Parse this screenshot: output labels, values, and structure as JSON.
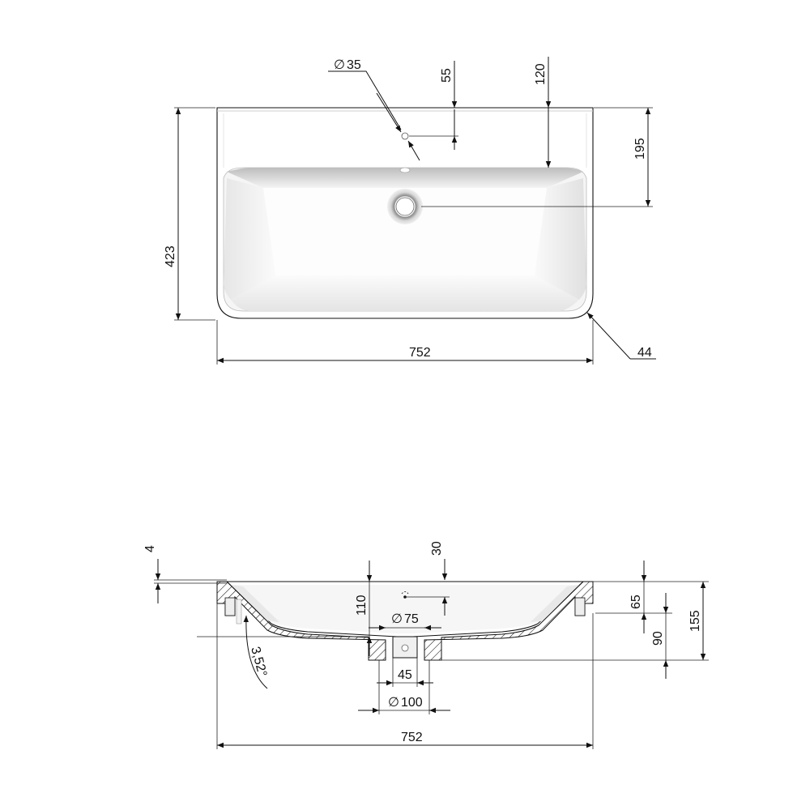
{
  "top_view": {
    "width_label": "752",
    "depth_label": "423",
    "tap_hole_diameter_label": "35",
    "tap_hole_offset_label": "55",
    "deck_depth_label": "120",
    "drain_offset_label": "195",
    "corner_radius_label": "44"
  },
  "section_view": {
    "width_label": "752",
    "rim_thickness_label": "4",
    "overflow_offset_label": "30",
    "bowl_depth_label": "110",
    "drain_diameter_label": "75",
    "drain_outer_diameter_label": "100",
    "drain_spigot_label": "45",
    "floor_angle_label": "3,52°",
    "side_height_label": "65",
    "lower_height_label": "90",
    "total_height_label": "155"
  },
  "symbols": {
    "diameter": "∅"
  },
  "colors": {
    "line": "#111111",
    "basin_shade": "#d9d9d9",
    "background": "#ffffff"
  }
}
